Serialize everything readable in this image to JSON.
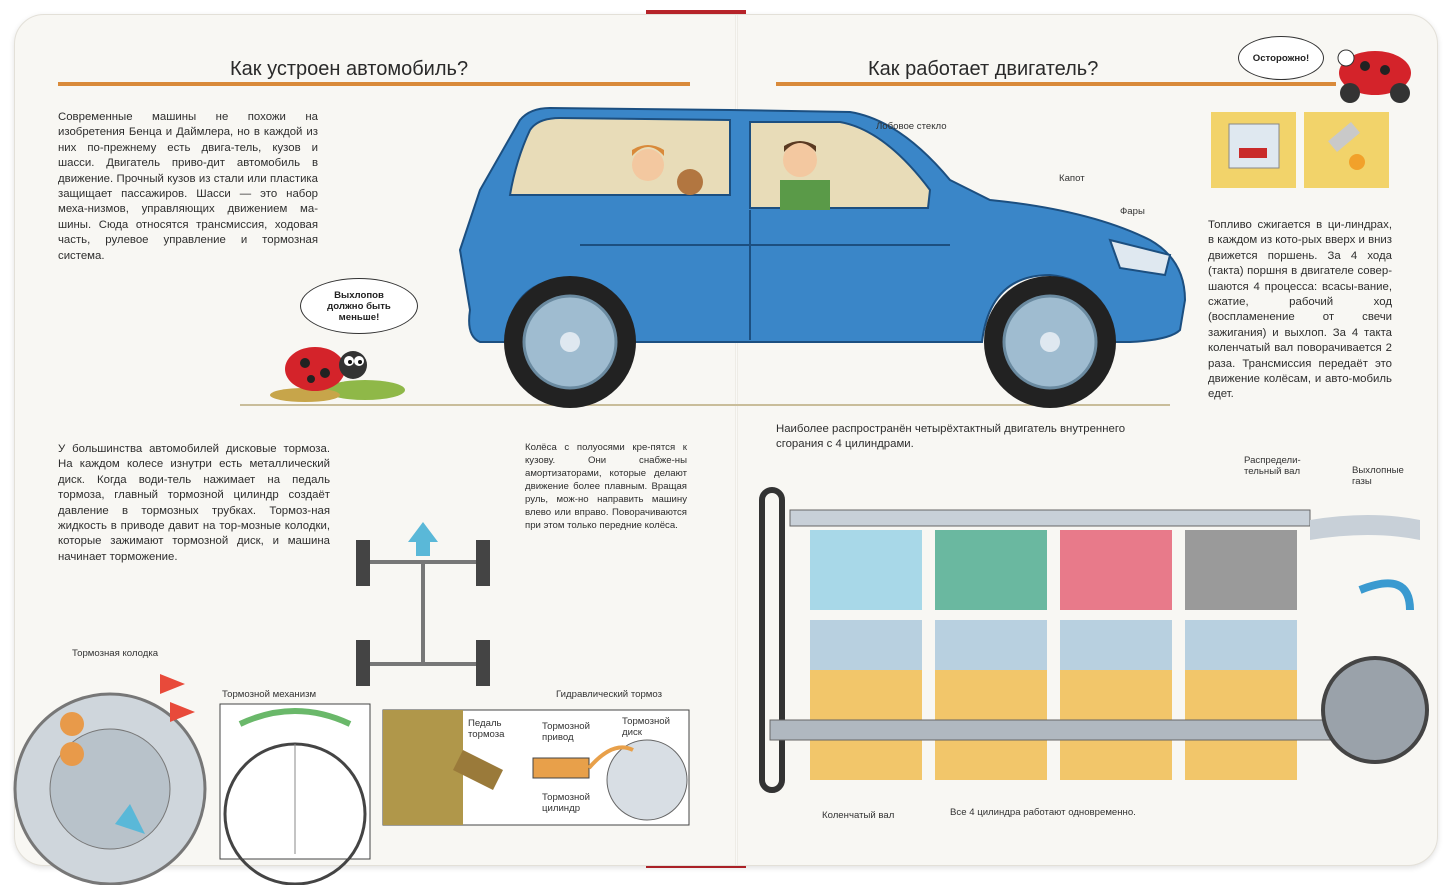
{
  "left_page": {
    "title": "Как устроен автомобиль?",
    "intro": "Современные машины не похожи на изобретения Бенца и Даймлера, но в каждой из них по-прежнему есть двига-тель, кузов и шасси. Двигатель приво-дит автомобиль в движение. Прочный кузов из стали или пластика защищает пассажиров. Шасси — это набор меха-низмов, управляющих движением ма-шины. Сюда относятся трансмиссия, ходовая часть, рулевое управление и тормозная система.",
    "bubble": "Выхлопов должно быть меньше!",
    "brakes_text": "У большинства автомобилей дисковые тормоза. На каждом колесе изнутри есть металлический диск. Когда води-тель нажимает на педаль тормоза, главный тормозной цилиндр создаёт давление в тормозных трубках. Тормоз-ная жидкость в приводе давит на тор-мозные колодки, которые зажимают тормозной диск, и машина начинает торможение.",
    "wheels_text": "Колёса с полуосями кре-пятся к кузову. Они снабже-ны амортизаторами, которые делают движение более плавным. Вращая руль, мож-но направить машину влево или вправо. Поворачиваются при этом только передние колёса.",
    "labels": {
      "brake_pad": "Тормозная колодка",
      "brake_mechanism": "Тормозной механизм",
      "hydraulic_brake": "Гидравлический тормоз",
      "pedal": "Педаль тормоза",
      "brake_drive": "Тормозной привод",
      "brake_disc": "Тормозной диск",
      "brake_cylinder": "Тормозной цилиндр"
    }
  },
  "right_page": {
    "title": "Как работает двигатель?",
    "bubble": "Осторожно!",
    "car_labels": {
      "windshield": "Лобовое стекло",
      "hood": "Капот",
      "headlights": "Фары"
    },
    "fuel_text": "Топливо сжигается в ци-линдрах, в каждом из кото-рых вверх и вниз движется поршень. За 4 хода (такта) поршня в двигателе совер-шаются 4 процесса: всасы-вание, сжатие, рабочий ход (воспламенение от свечи зажигания) и выхлоп. За 4 такта коленчатый вал поворачивается 2 раза. Трансмиссия передаёт это движение колёсам, и авто-мобиль едет.",
    "engine_caption": "Наиболее распространён четырёхтактный двигатель внутреннего сгорания с 4 цилиндрами.",
    "labels": {
      "camshaft": "Распредели-тельный вал",
      "exhaust": "Выхлопные газы",
      "crankshaft": "Коленчатый вал",
      "cylinders_note": "Все 4 цилиндра работают одновременно."
    }
  },
  "colors": {
    "rule": "#d98a3a",
    "car_body": "#3a86c8",
    "spine": "#b8242a",
    "piston": "#f2c66a"
  }
}
